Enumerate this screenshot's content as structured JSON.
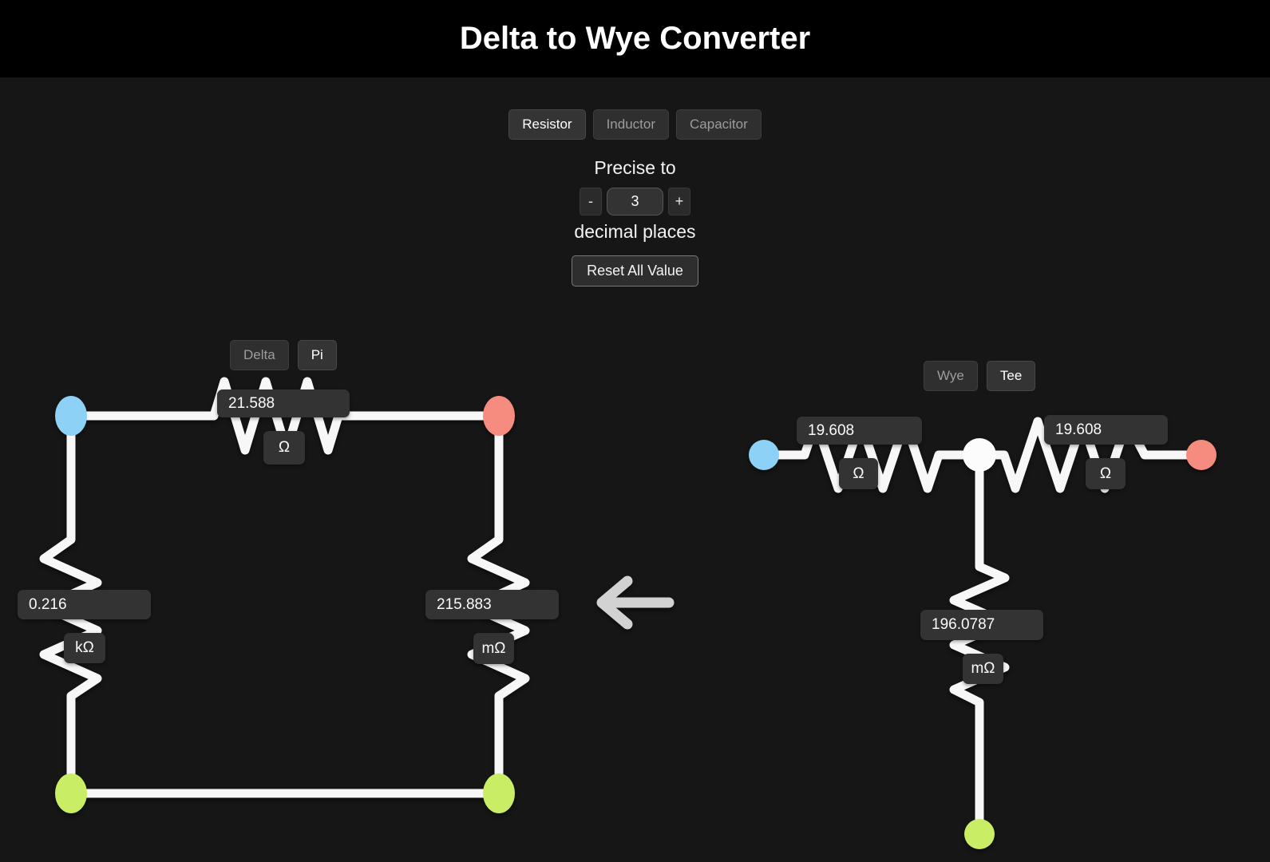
{
  "header": {
    "title": "Delta to Wye Converter"
  },
  "controls": {
    "component_tabs": [
      {
        "label": "Resistor",
        "active": true
      },
      {
        "label": "Inductor",
        "active": false
      },
      {
        "label": "Capacitor",
        "active": false
      }
    ],
    "precision": {
      "label_before": "Precise to",
      "decrement_label": "-",
      "value": "3",
      "increment_label": "+",
      "label_after": "decimal places"
    },
    "reset_button_label": "Reset All Value"
  },
  "left_circuit": {
    "mode_tabs": [
      {
        "label": "Delta",
        "active": false
      },
      {
        "label": "Pi",
        "active": true
      }
    ],
    "resistors": {
      "top": {
        "value": "21.588",
        "unit": "Ω"
      },
      "left": {
        "value": "0.216",
        "unit": "kΩ"
      },
      "right": {
        "value": "215.883",
        "unit": "mΩ"
      }
    }
  },
  "conversion_arrow": {
    "direction": "left"
  },
  "right_circuit": {
    "mode_tabs": [
      {
        "label": "Wye",
        "active": false
      },
      {
        "label": "Tee",
        "active": true
      }
    ],
    "resistors": {
      "left": {
        "value": "19.608",
        "unit": "Ω"
      },
      "right": {
        "value": "19.608",
        "unit": "Ω"
      },
      "bottom": {
        "value": "196.0787",
        "unit": "mΩ"
      }
    }
  },
  "colors": {
    "wire": "#f7f7f7",
    "node_blue": "#8dd1f7",
    "node_red": "#f68b80",
    "node_green": "#c9ee66",
    "node_center": "#fcfcfc",
    "arrow": "#d2d2d2"
  }
}
